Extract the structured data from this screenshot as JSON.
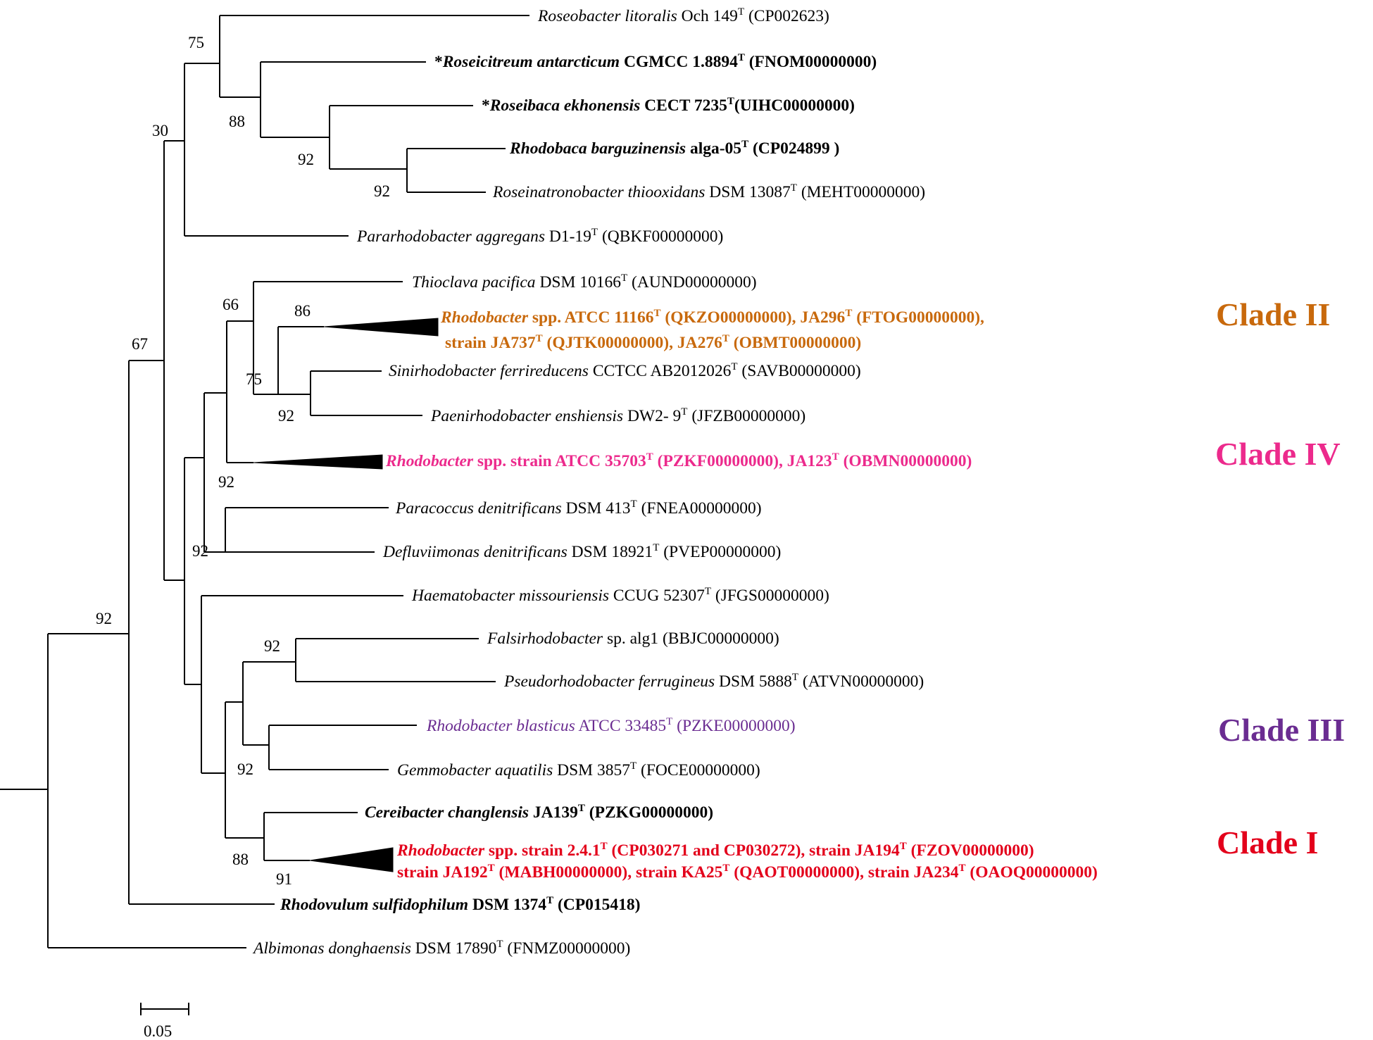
{
  "taxa": {
    "t01": {
      "genus": "Roseobacter litoralis",
      "strain": "Och 149",
      "type": "T",
      "acc": "(CP002623)"
    },
    "t02": {
      "prefix": "*",
      "genus": "Roseicitreum antarcticum",
      "strain": "CGMCC   1.8894",
      "type": "T",
      "acc": "(FNOM00000000)"
    },
    "t03": {
      "prefix": "*",
      "genus": "Roseibaca ekhonensis",
      "strain": "CECT   7235",
      "type": "T",
      "acc": "(UIHC00000000)"
    },
    "t04": {
      "genus": "Rhodobaca barguzinensis",
      "strain": "alga-05",
      "type": "T",
      "acc": "(CP024899 )"
    },
    "t05": {
      "genus": "Roseinatronobacter thiooxidans",
      "strain": "DSM 13087",
      "type": "T",
      "acc": "(MEHT00000000)"
    },
    "t06": {
      "genus": "Pararhodobacter aggregans",
      "strain": "D1-19",
      "type": "T",
      "acc": "(QBKF00000000)"
    },
    "t07": {
      "genus": "Thioclava pacifica",
      "strain": "DSM  10166",
      "type": "T",
      "acc": "(AUND00000000)"
    },
    "t08": {
      "genus": "Sinirhodobacter ferrireducens",
      "strain": "CCTCC  AB2012026",
      "type": "T",
      "acc": "(SAVB00000000)"
    },
    "t09": {
      "genus": "Paenirhodobacter enshiensis",
      "strain": "DW2- 9",
      "type": "T",
      "acc": "(JFZB00000000)"
    },
    "t10": {
      "genus": "Paracoccus denitrificans",
      "strain": "DSM 413",
      "type": "T",
      "acc": "(FNEA00000000)"
    },
    "t11": {
      "genus": "Defluviimonas denitrificans",
      "strain": "DSM 18921",
      "type": "T",
      "acc": "(PVEP00000000)"
    },
    "t12": {
      "genus": "Haematobacter missouriensis",
      "strain": "CCUG  52307",
      "type": "T",
      "acc": "(JFGS00000000)"
    },
    "t13": {
      "genus": "Falsirhodobacter",
      "strain": "sp. alg1",
      "acc": "(BBJC00000000)"
    },
    "t14": {
      "genus": "Pseudorhodobacter ferrugineus",
      "strain": "DSM 5888",
      "type": "T",
      "acc": "(ATVN00000000)"
    },
    "t15": {
      "genus": "Rhodobacter blasticus",
      "strain": "ATCC  33485",
      "type": "T",
      "acc": "(PZKE00000000)"
    },
    "t16": {
      "genus": "Gemmobacter  aquatilis",
      "strain": "DSM 3857",
      "type": "T",
      "acc": "(FOCE00000000)"
    },
    "t17": {
      "genus": "Cereibacter changlensis",
      "strain": "JA139",
      "type": "T",
      "acc": "(PZKG00000000)"
    },
    "t18": {
      "genus": "Rhodovulum sulfidophilum",
      "strain": "DSM  1374",
      "type": "T",
      "acc": "(CP015418)"
    },
    "t19": {
      "genus": "Albimonas donghaensis",
      "strain": "DSM 17890",
      "type": "T",
      "acc": "(FNMZ00000000)"
    }
  },
  "collapsed": {
    "clade2": {
      "l1_genus": "Rhodobacter",
      "l1_a": " spp.  ATCC  11166",
      "l1_b": " (QKZO00000000),  JA296",
      "l1_c": " (FTOG00000000),",
      "l2_a": "strain  JA737",
      "l2_b": " (QJTK00000000),  JA276",
      "l2_c": " (OBMT00000000)"
    },
    "clade4": {
      "genus": "Rhodobacter",
      "a": " spp.  strain  ATCC  35703",
      "b": " (PZKF00000000),  JA123",
      "c": " (OBMN00000000)"
    },
    "clade1": {
      "l1_genus": "Rhodobacter",
      "l1_a": "  spp.  strain  2.4.1",
      "l1_b": " (CP030271 and CP030272), strain JA194",
      "l1_c": " (FZOV00000000)",
      "l2_a": "strain  JA192",
      "l2_b": " (MABH00000000), strain KA25",
      "l2_c": "  (QAOT00000000),  strain  JA234",
      "l2_d": " (OAOQ00000000)"
    }
  },
  "type_mark": "T",
  "clade_labels": {
    "clade1": "Clade I",
    "clade2": "Clade II",
    "clade3": "Clade III",
    "clade4": "Clade IV"
  },
  "bootstrap": {
    "b75a": "75",
    "b88a": "88",
    "b30": "30",
    "b92a": "92",
    "b92b": "92",
    "b67": "67",
    "b66": "66",
    "b86": "86",
    "b75b": "75",
    "b92c": "92",
    "b92d": "92",
    "b92e": "92",
    "b92f": "92",
    "b92g": "92",
    "b92h": "92",
    "b88b": "88",
    "b91": "91"
  },
  "scale_bar": {
    "label": "0.05"
  },
  "colors": {
    "clade1": "#e3001b",
    "clade2": "#c8690c",
    "clade3": "#6a2c91",
    "clade4": "#ec2a8c"
  }
}
